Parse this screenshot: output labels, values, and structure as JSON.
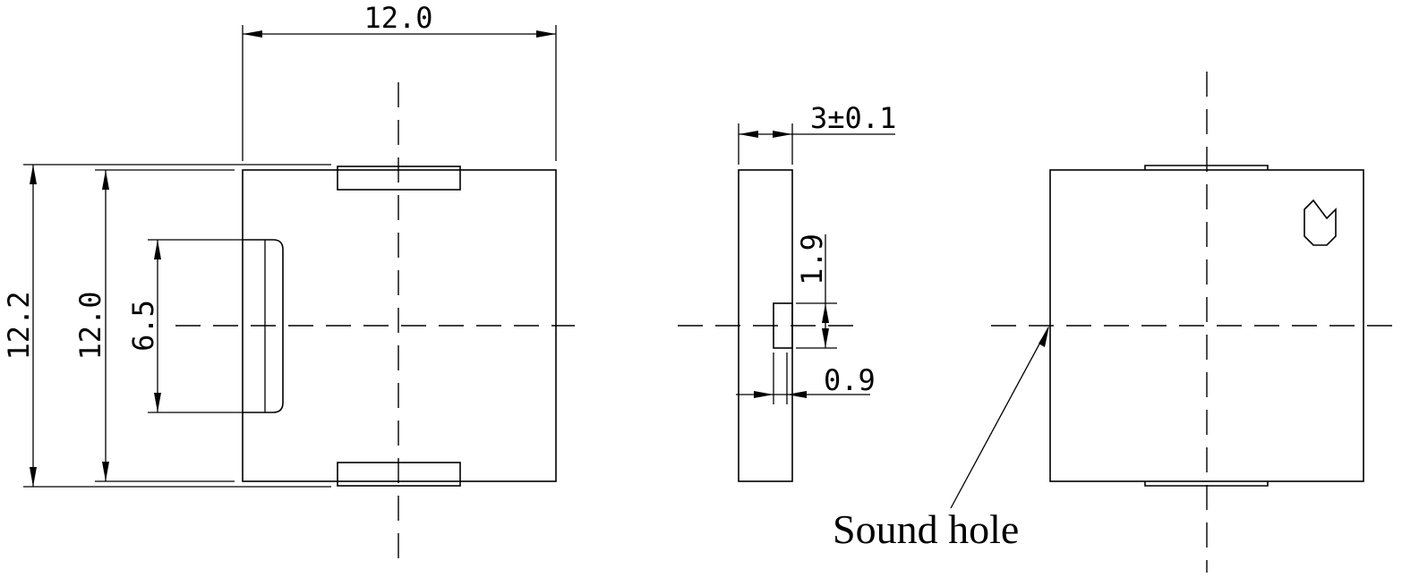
{
  "dimensions": {
    "top_width": "12.0",
    "outer_height": "12.2",
    "body_height": "12.0",
    "terminal_height": "6.5",
    "thickness": "3±0.1",
    "pin_width": "1.9",
    "pin_depth": "0.9"
  },
  "labels": {
    "sound_hole": "Sound hole"
  }
}
